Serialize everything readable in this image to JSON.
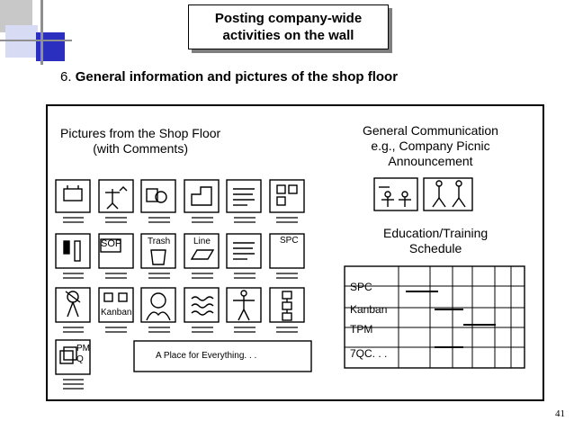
{
  "slide": {
    "title_line1": "Posting company-wide",
    "title_line2": "activities on the wall",
    "heading_number": "6.",
    "heading_text": "General information and pictures of the shop floor",
    "page_number": "41"
  },
  "diagram": {
    "shop_floor_title_line1": "Pictures from the Shop Floor",
    "shop_floor_title_line2": "(with Comments)",
    "general_comm_line1": "General Communication",
    "general_comm_line2": "e.g., Company Picnic",
    "general_comm_line3": "Announcement",
    "education_line1": "Education/Training",
    "education_line2": "Schedule",
    "tile_labels": {
      "sop": "SOP",
      "trash": "Trash",
      "line": "Line",
      "spc": "SPC",
      "kanban": "Kanban",
      "pmq_line1": "PM",
      "pmq_line2": "Q"
    },
    "place_for_everything": "A Place for Everything. . .",
    "schedule_rows": [
      "SPC",
      "Kanban",
      "TPM",
      "7QC. . ."
    ]
  },
  "colors": {
    "deco_blue": "#3333cc",
    "deco_light_blue": "#cfd6f2",
    "deco_gray": "#9a9a9a",
    "shadow": "#7f7f7f"
  }
}
